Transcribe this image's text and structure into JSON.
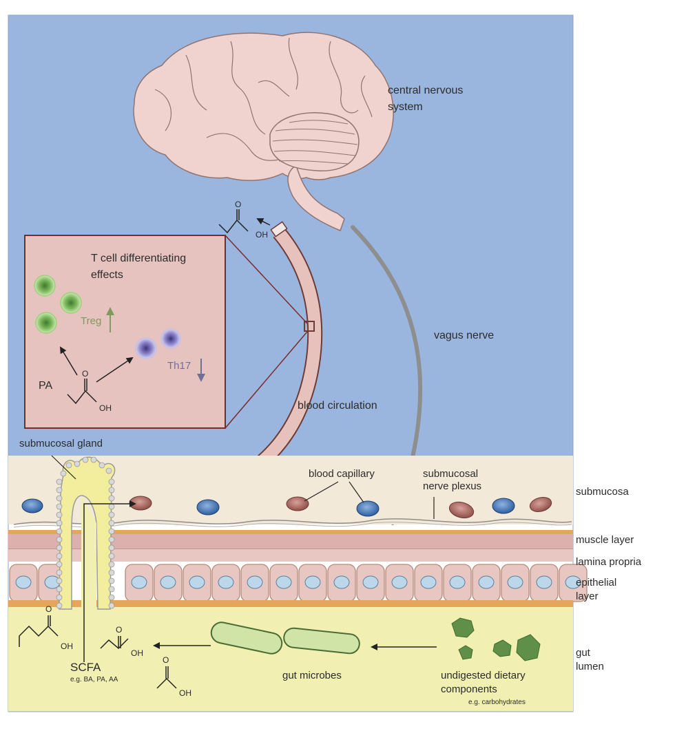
{
  "labels": {
    "cns_line1": "central nervous",
    "cns_line2": "system",
    "t_cell_line1": "T cell differentiating",
    "t_cell_line2": "effects",
    "treg": "Treg",
    "th17": "Th17",
    "pa": "PA",
    "vagus_nerve": "vagus nerve",
    "blood_circulation": "blood circulation",
    "submucosal_gland": "submucosal gland",
    "blood_capillary": "blood capillary",
    "submucosal_nerve_line1": "submucosal",
    "submucosal_nerve_line2": "nerve plexus",
    "submucosa": "submucosa",
    "muscle_layer": "muscle layer",
    "lamina_propria": "lamina propria",
    "epithelial_line1": "epithelial",
    "epithelial_line2": "layer",
    "gut_line1": "gut",
    "gut_line2": "lumen",
    "scfa": "SCFA",
    "scfa_examples": "e.g. BA, PA, AA",
    "gut_microbes": "gut microbes",
    "undigested_line1": "undigested dietary",
    "undigested_line2": "components",
    "undigested_examples": "e.g. carbohydrates",
    "oh": "OH",
    "o": "O"
  },
  "colors": {
    "background_blue": "#9bb6de",
    "brain": "#f0d2ce",
    "brain_outline": "#8f7370",
    "inset_box": "#e6c3be",
    "inset_border": "#7b2a2a",
    "vessel": "#e7c2bd",
    "vessel_outline": "#6e3a36",
    "submucosa_bg": "#f3e9d8",
    "muscle_layer": "#dcb0ac",
    "lumen": "#f1efb2",
    "treg_green": "#8fca6a",
    "th17_violet": "#8f86c6",
    "nucleus_blue": "#4d7fc0",
    "capillary_red": "#b97972",
    "microbe_green": "#cfe4a6",
    "dietary_green": "#5f8f48",
    "nerve_gray": "#8e8e8e"
  }
}
